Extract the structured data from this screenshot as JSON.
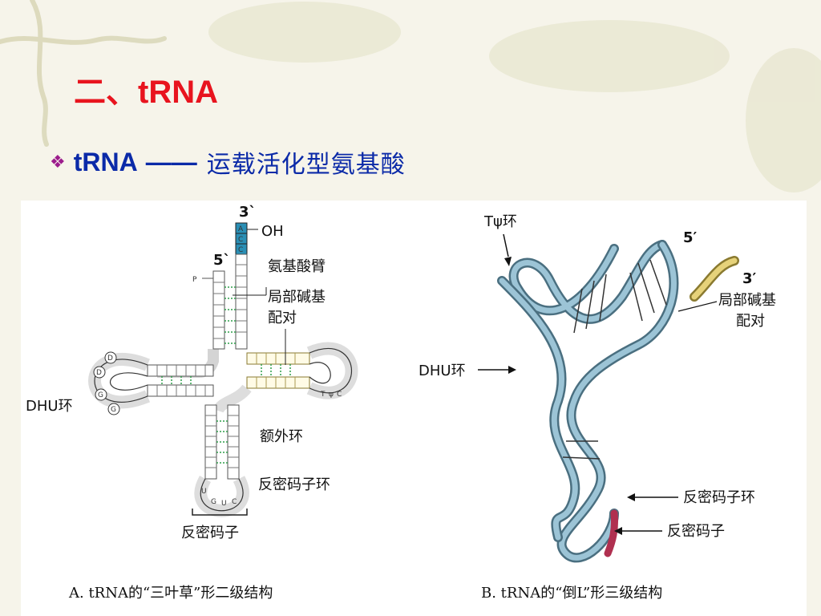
{
  "slide": {
    "title": "二、tRNA",
    "bullet": {
      "term": "tRNA",
      "dash": "——",
      "description": "运载活化型氨基酸"
    }
  },
  "left_diagram": {
    "labels": {
      "three_prime": "3`",
      "oh": "OH",
      "five_prime": "5`",
      "p": "P",
      "acceptor_arm": "氨基酸臂",
      "base_pairing_1": "局部碱基",
      "base_pairing_2": "配对",
      "dhu_loop": "DHU环",
      "extra_loop": "额外环",
      "anticodon_loop": "反密码子环",
      "anticodon": "反密码子"
    },
    "acc_bases": [
      "A",
      "C",
      "C"
    ],
    "dhu_bases": [
      "D",
      "D",
      "G",
      "G"
    ],
    "anticodon_bases": [
      "U",
      "G",
      "U",
      "C"
    ],
    "tpsi_bases": [
      "T",
      "ψ",
      "C"
    ],
    "caption": "A.   tRNA的“三叶草”形二级结构"
  },
  "right_diagram": {
    "labels": {
      "tpsi_loop": "Tψ环",
      "five_prime": "5′",
      "three_prime": "3′",
      "base_pairing_1": "局部碱基",
      "base_pairing_2": "配对",
      "dhu_loop": "DHU环",
      "anticodon_loop": "反密码子环",
      "anticodon": "反密码子"
    },
    "caption": "B. tRNA的“倒L”形三级结构"
  },
  "colors": {
    "title": "#e8141e",
    "bullet_text": "#0b2aa8",
    "bullet_icon": "#9c1c8c",
    "acc_highlight": "#2a8fb5",
    "strand": "#7fb0c8",
    "tail": "#e6d27a",
    "anticodon_mark": "#b03050"
  }
}
